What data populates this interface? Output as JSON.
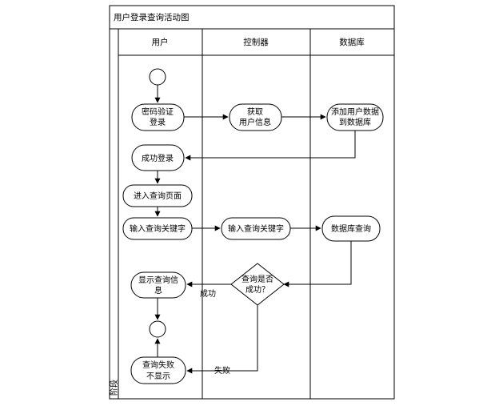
{
  "title": "用户登录查询活动图",
  "side_label": "阶段",
  "lanes": [
    "用户",
    "控制器",
    "数据库"
  ],
  "nodes": {
    "verify_login": [
      "密码验证",
      "登录"
    ],
    "get_user_info": [
      "获取",
      "用户信息"
    ],
    "add_user_db": [
      "添加用户数据",
      "到数据库"
    ],
    "login_success": "成功登录",
    "enter_query_page": "进入查询页面",
    "input_keyword_user": "输入查询关键字",
    "input_keyword_ctrl": "输入查询关键字",
    "db_query": "数据库查询",
    "query_success_decision": [
      "查询是否",
      "成功？"
    ],
    "show_query_info": [
      "显示查询信",
      "息"
    ],
    "query_fail": [
      "查询失败",
      "不显示"
    ]
  },
  "edge_labels": {
    "success": "成功",
    "fail": "失败"
  }
}
